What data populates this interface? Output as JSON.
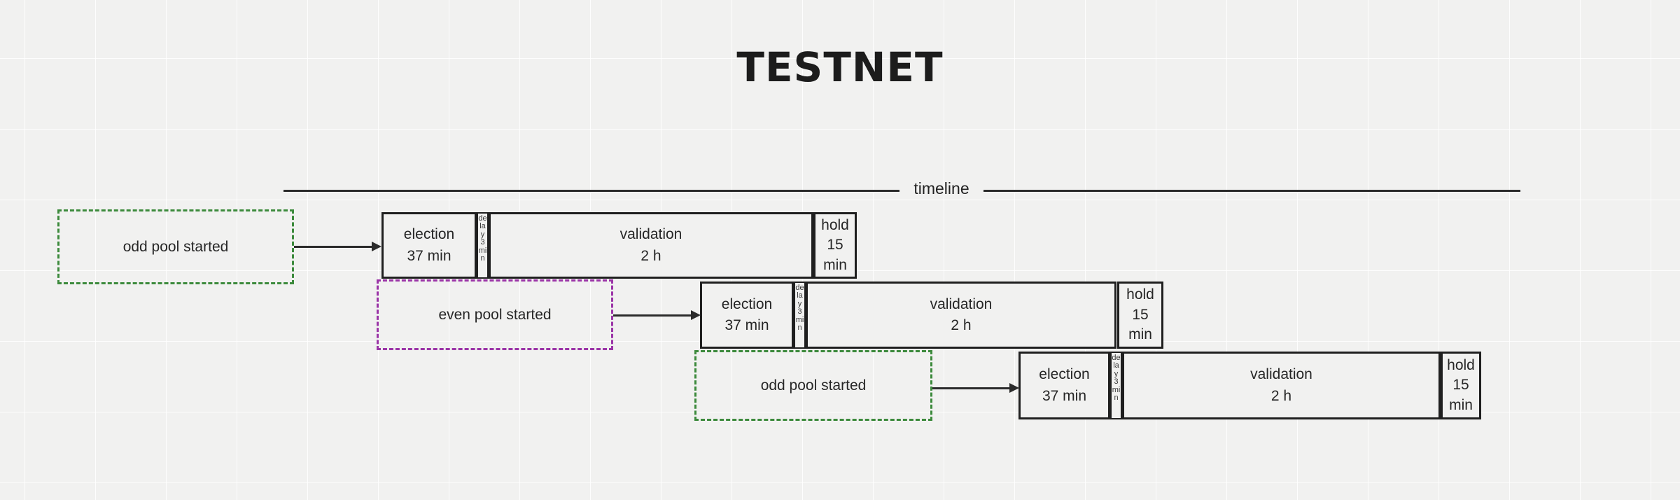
{
  "page": {
    "title": "TESTNET",
    "background_color": "#f1f1f0",
    "grid": "on"
  },
  "timeline": {
    "label": "timeline",
    "axis_color": "#2b2b2b"
  },
  "colors": {
    "box_border": "#1f1f1f",
    "odd_marker": "#3c8a3c",
    "even_marker": "#9b34a7",
    "text": "#262626"
  },
  "rows": [
    {
      "id": "row-1",
      "marker": {
        "label": "odd pool started",
        "kind": "odd"
      },
      "phases": [
        {
          "name": "election",
          "duration": "37 min",
          "kind": "election"
        },
        {
          "name": "delay",
          "duration": "3 min",
          "kind": "delay"
        },
        {
          "name": "validation",
          "duration": "2 h",
          "kind": "validation"
        },
        {
          "name": "hold",
          "duration": "15 min",
          "kind": "hold"
        }
      ]
    },
    {
      "id": "row-2",
      "marker": {
        "label": "even pool started",
        "kind": "even"
      },
      "phases": [
        {
          "name": "election",
          "duration": "37 min",
          "kind": "election"
        },
        {
          "name": "delay",
          "duration": "3 min",
          "kind": "delay"
        },
        {
          "name": "validation",
          "duration": "2 h",
          "kind": "validation"
        },
        {
          "name": "hold",
          "duration": "15 min",
          "kind": "hold"
        }
      ]
    },
    {
      "id": "row-3",
      "marker": {
        "label": "odd pool started",
        "kind": "odd"
      },
      "phases": [
        {
          "name": "election",
          "duration": "37 min",
          "kind": "election"
        },
        {
          "name": "delay",
          "duration": "3 min",
          "kind": "delay"
        },
        {
          "name": "validation",
          "duration": "2 h",
          "kind": "validation"
        },
        {
          "name": "hold",
          "duration": "15 min",
          "kind": "hold"
        }
      ]
    }
  ]
}
